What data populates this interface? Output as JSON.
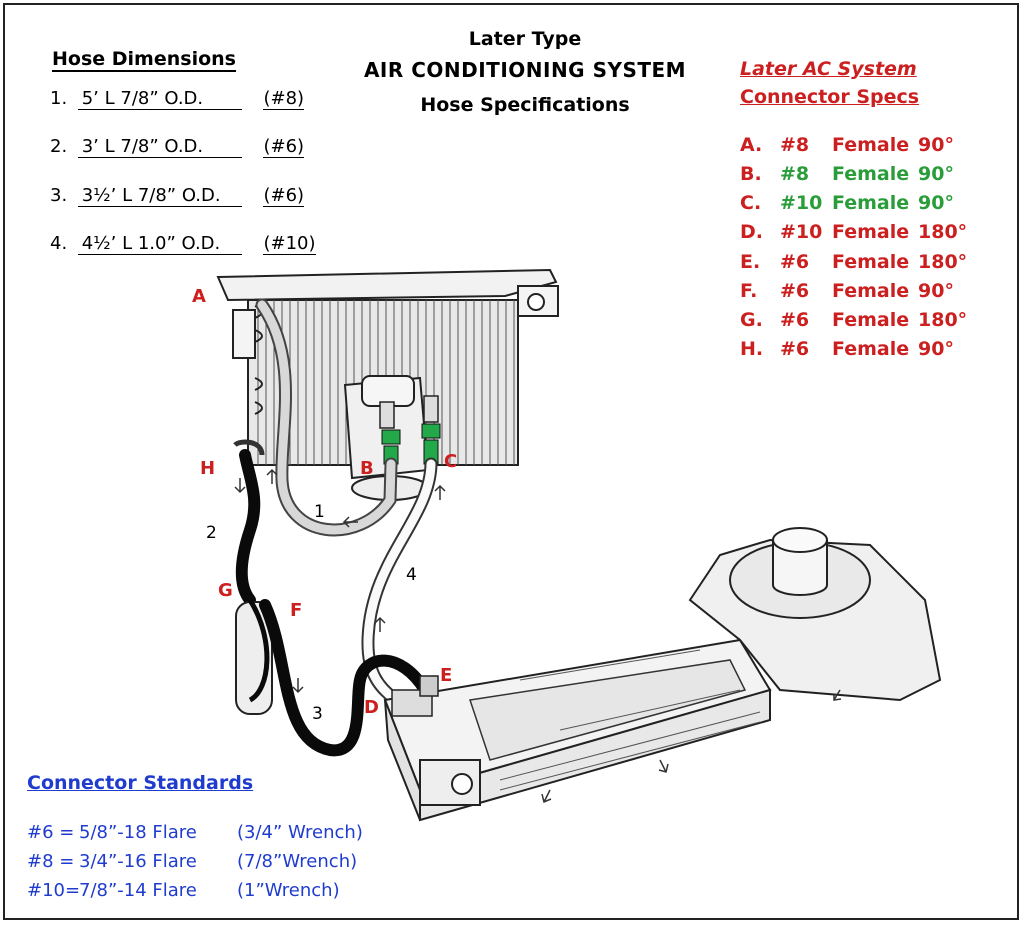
{
  "title": {
    "line1": "Later Type",
    "line2": "AIR CONDITIONING SYSTEM",
    "line3": "Hose Specifications"
  },
  "hose_dimensions": {
    "title": "Hose Dimensions",
    "rows": [
      {
        "num": "1.",
        "spec": "5’ L     7/8” O.D.",
        "code": "(#8)"
      },
      {
        "num": "2.",
        "spec": "3’ L     7/8” O.D.",
        "code": "(#6)"
      },
      {
        "num": "3.",
        "spec": "3½’ L   7/8” O.D.",
        "code": "(#6)"
      },
      {
        "num": "4.",
        "spec": "4½’ L   1.0” O.D.",
        "code": "(#10)"
      }
    ]
  },
  "connector_specs": {
    "title1": "Later AC System",
    "title2": "Connector Specs",
    "rows": [
      {
        "letter": "A.",
        "size": "#8",
        "type": "Female",
        "angle": "90°",
        "color": "red"
      },
      {
        "letter": "B.",
        "size": "#8",
        "type": "Female",
        "angle": "90°",
        "color": "green"
      },
      {
        "letter": "C.",
        "size": "#10",
        "type": "Female",
        "angle": "90°",
        "color": "green"
      },
      {
        "letter": "D.",
        "size": "#10",
        "type": "Female",
        "angle": "180°",
        "color": "red"
      },
      {
        "letter": "E.",
        "size": "#6",
        "type": "Female",
        "angle": "180°",
        "color": "red"
      },
      {
        "letter": "F.",
        "size": "#6",
        "type": "Female",
        "angle": "90°",
        "color": "red"
      },
      {
        "letter": "G.",
        "size": "#6",
        "type": "Female",
        "angle": "180°",
        "color": "red"
      },
      {
        "letter": "H.",
        "size": "#6",
        "type": "Female",
        "angle": "90°",
        "color": "red"
      }
    ]
  },
  "connector_standards": {
    "title": "Connector Standards",
    "rows": [
      {
        "code": "#6  =",
        "flare": "5/8”-18 Flare",
        "wrench": "(3/4” Wrench)"
      },
      {
        "code": "#8  =",
        "flare": "3/4”-16 Flare",
        "wrench": "(7/8”Wrench)"
      },
      {
        "code": "#10=",
        "flare": "7/8”-14 Flare",
        "wrench": "(1”Wrench)"
      }
    ]
  },
  "diagram_labels": {
    "A": "A",
    "B": "B",
    "C": "C",
    "D": "D",
    "E": "E",
    "F": "F",
    "G": "G",
    "H": "H",
    "hose1": "1",
    "hose2": "2",
    "hose3": "3",
    "hose4": "4"
  },
  "colors": {
    "red": "#cc1f1f",
    "green": "#2a9d3a",
    "blue": "#1f3ccf",
    "fitting_green": "#23a84a"
  }
}
